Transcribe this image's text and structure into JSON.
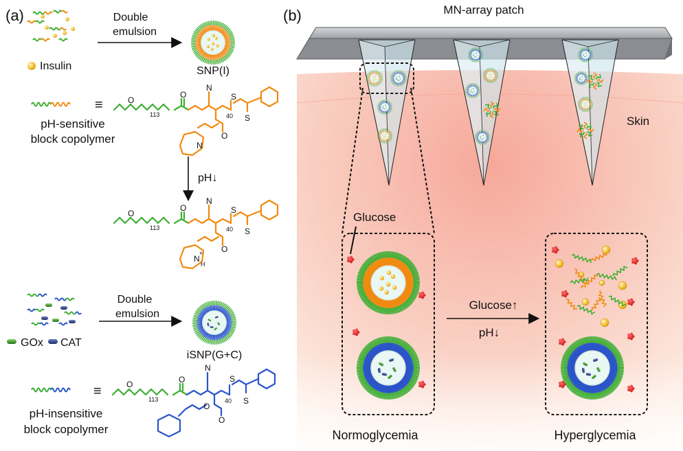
{
  "panel_a": {
    "label": "(a)",
    "arrow1": {
      "line1": "Double",
      "line2": "emulsion"
    },
    "insulin_label": "Insulin",
    "snp_label": "SNP(I)",
    "equiv_symbol": "≡",
    "polymer1_label": {
      "line1": "pH-sensitive",
      "line2": "block copolymer"
    },
    "ph_arrow_label": "pH↓",
    "arrow2": {
      "line1": "Double",
      "line2": "emulsion"
    },
    "gox_label": "GOx",
    "cat_label": "CAT",
    "isnp_label": "iSNP(G+C)",
    "polymer2_label": {
      "line1": "pH-insensitive",
      "line2": "block copolymer"
    },
    "chem": {
      "n113": "113",
      "n40": "40",
      "o": "O",
      "n": "N",
      "s": "S",
      "nh": "N",
      "h": "H",
      "plus": "+"
    }
  },
  "panel_b": {
    "label": "(b)",
    "patch_title": "MN-array patch",
    "skin_label": "Skin",
    "glucose_label": "Glucose",
    "transition": {
      "line1": "Glucose↑",
      "line2": "pH↓"
    },
    "left_state": "Normoglycemia",
    "right_state": "Hyperglycemia"
  },
  "colors": {
    "green": "#3cae32",
    "orange": "#f08a10",
    "blue": "#2a55c8",
    "glucose_red": "#e01818",
    "insulin_yellow": "#f6c23a",
    "patch_gray": "#8f9398",
    "skin_pink": "#f7c2b4"
  }
}
